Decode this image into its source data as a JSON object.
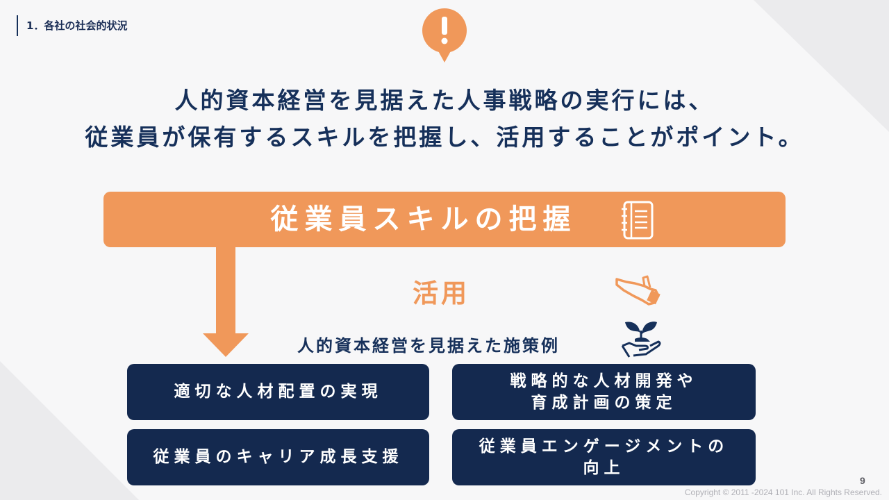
{
  "header": {
    "section_label": "1．各社の社会的状況"
  },
  "headline": {
    "line1": "人的資本経営を見据えた人事戦略の実行には、",
    "line2": "従業員が保有するスキルを把握し、活用することがポイント。"
  },
  "banner": {
    "title": "従業員スキルの把握"
  },
  "utilization": {
    "label": "活用"
  },
  "measures": {
    "label": "人的資本経営を見据えた施策例",
    "cards": [
      "適切な人材配置の実現",
      "戦略的な人材開発や\n育成計画の策定",
      "従業員のキャリア成長支援",
      "従業員エンゲージメントの\n向上"
    ]
  },
  "footer": {
    "copyright": "Copyright © 2011 -2024 101 Inc. All Rights Reserved.",
    "page_number": "9"
  },
  "colors": {
    "accent_orange": "#f0985a",
    "navy": "#14294f",
    "background": "#f7f7f8"
  },
  "icons": [
    "exclamation-bubble-icon",
    "notebook-icon",
    "pointing-hand-icon",
    "sprout-in-hand-icon",
    "down-arrow"
  ]
}
